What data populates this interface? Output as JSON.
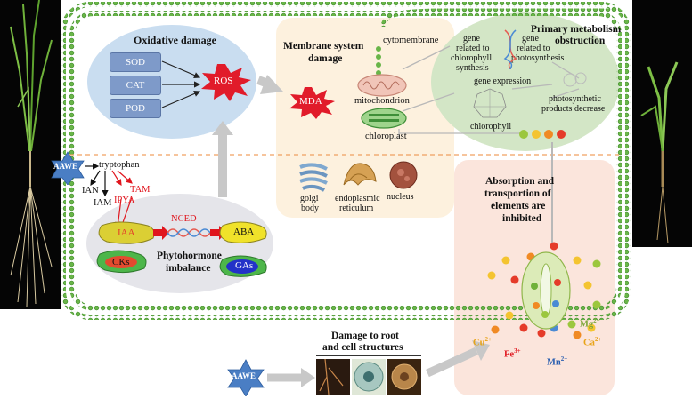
{
  "center_label": "AAWE",
  "bottom_label": "AAWE",
  "oxidative": {
    "title": "Oxidative damage",
    "enzymes": [
      "SOD",
      "CAT",
      "POD"
    ],
    "ros": "ROS"
  },
  "membrane": {
    "title_line1": "Membrane system",
    "title_line2": "damage",
    "mda": "MDA",
    "cytomembrane": "cytomembrane",
    "mitochondrion": "mitochondrion",
    "chloroplast": "chloroplast",
    "golgi_line1": "golgi",
    "golgi_line2": "body",
    "er_line1": "endoplasmic",
    "er_line2": "reticulum",
    "nucleus": "nucleus"
  },
  "primary": {
    "title_line1": "Primary metabolism",
    "title_line2": "obstruction",
    "gene_chl": [
      "gene",
      "related to",
      "chlorophyll",
      "synthesis"
    ],
    "gene_ps": [
      "gene",
      "related to",
      "photosynthesis"
    ],
    "gene_expression": "gene expression",
    "chlorophyll": "chlorophyll",
    "products_line1": "photosynthetic",
    "products_line2": "products decrease"
  },
  "hormone": {
    "tryptophan": "tryptophan",
    "ian": "IAN",
    "iam": "IAM",
    "ipya": "IPYA",
    "tam": "TAM",
    "nced": "NCED",
    "iaa": "IAA",
    "aba": "ABA",
    "cks": "CKs",
    "gas": "GAs",
    "title_line1": "Phytohormone",
    "title_line2": "imbalance"
  },
  "absorption": {
    "title_line1": "Absorption and",
    "title_line2": "transportion of",
    "title_line3": "elements are",
    "title_line4": "inhibited",
    "cu": "Cu",
    "cu_sup": "2+",
    "fe": "Fe",
    "fe_sup": "3+",
    "mn": "Mn",
    "mn_sup": "2+",
    "mg": "Mg",
    "mg_sup": "2+",
    "ca": "Ca",
    "ca_sup": "2+"
  },
  "root": {
    "title_line1": "Damage to root",
    "title_line2": "and cell structures"
  }
}
